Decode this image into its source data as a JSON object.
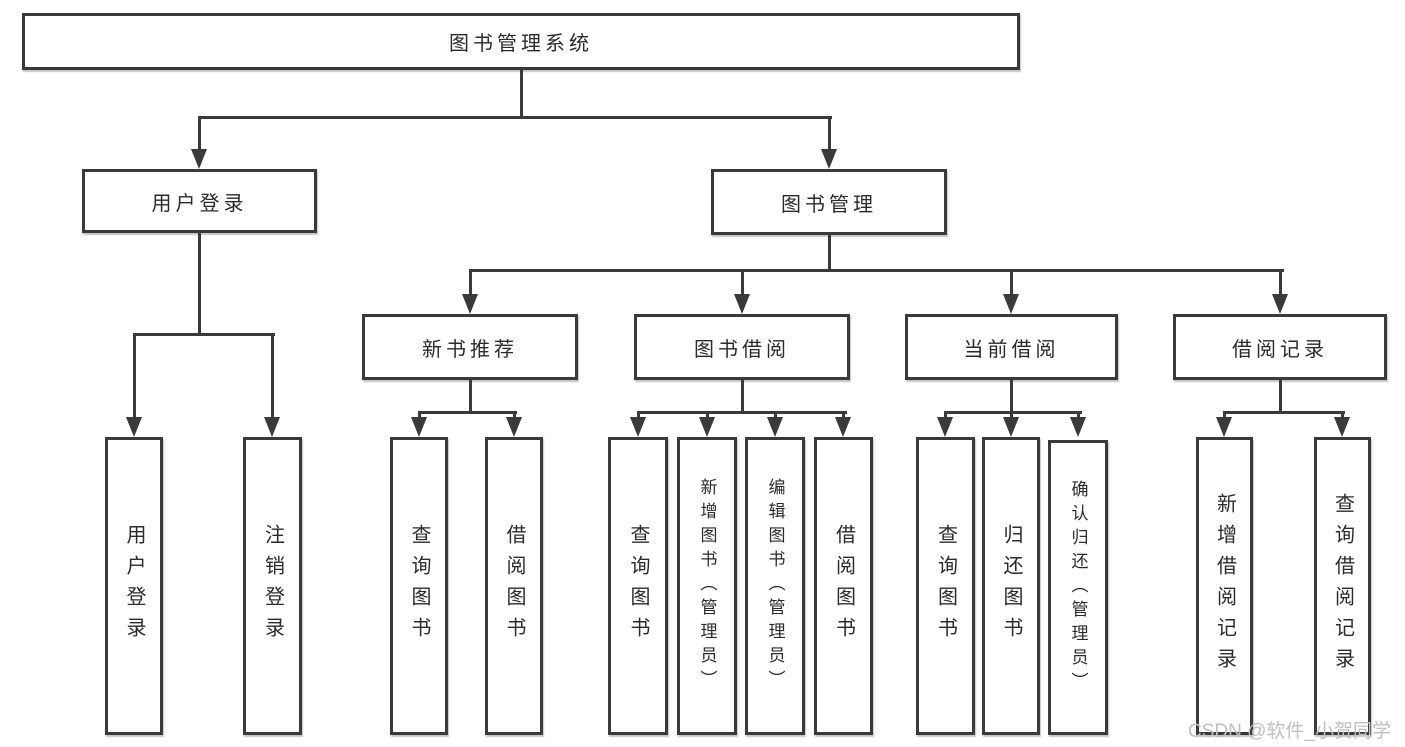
{
  "diagram": {
    "title": "图书管理系统",
    "root": {
      "label": "图书管理系统"
    },
    "branches": [
      {
        "label": "用户登录",
        "children": [
          "用户登录",
          "注销登录"
        ]
      },
      {
        "label": "图书管理",
        "sections": [
          {
            "label": "新书推荐",
            "children": [
              "查询图书",
              "借阅图书"
            ]
          },
          {
            "label": "图书借阅",
            "children": [
              "查询图书",
              "新增图书（管理员）",
              "编辑图书（管理员）",
              "借阅图书"
            ]
          },
          {
            "label": "当前借阅",
            "children": [
              "查询图书",
              "归还图书",
              "确认归还（管理员）"
            ]
          },
          {
            "label": "借阅记录",
            "children": [
              "新增借阅记录",
              "查询借阅记录"
            ]
          }
        ]
      }
    ]
  },
  "watermark": {
    "text": "CSDN @软件_小贺同学"
  },
  "colors": {
    "line": "#3a3a3a",
    "text": "#2b2b2b",
    "background": "#ffffff",
    "watermark": "#c0c0c4"
  }
}
